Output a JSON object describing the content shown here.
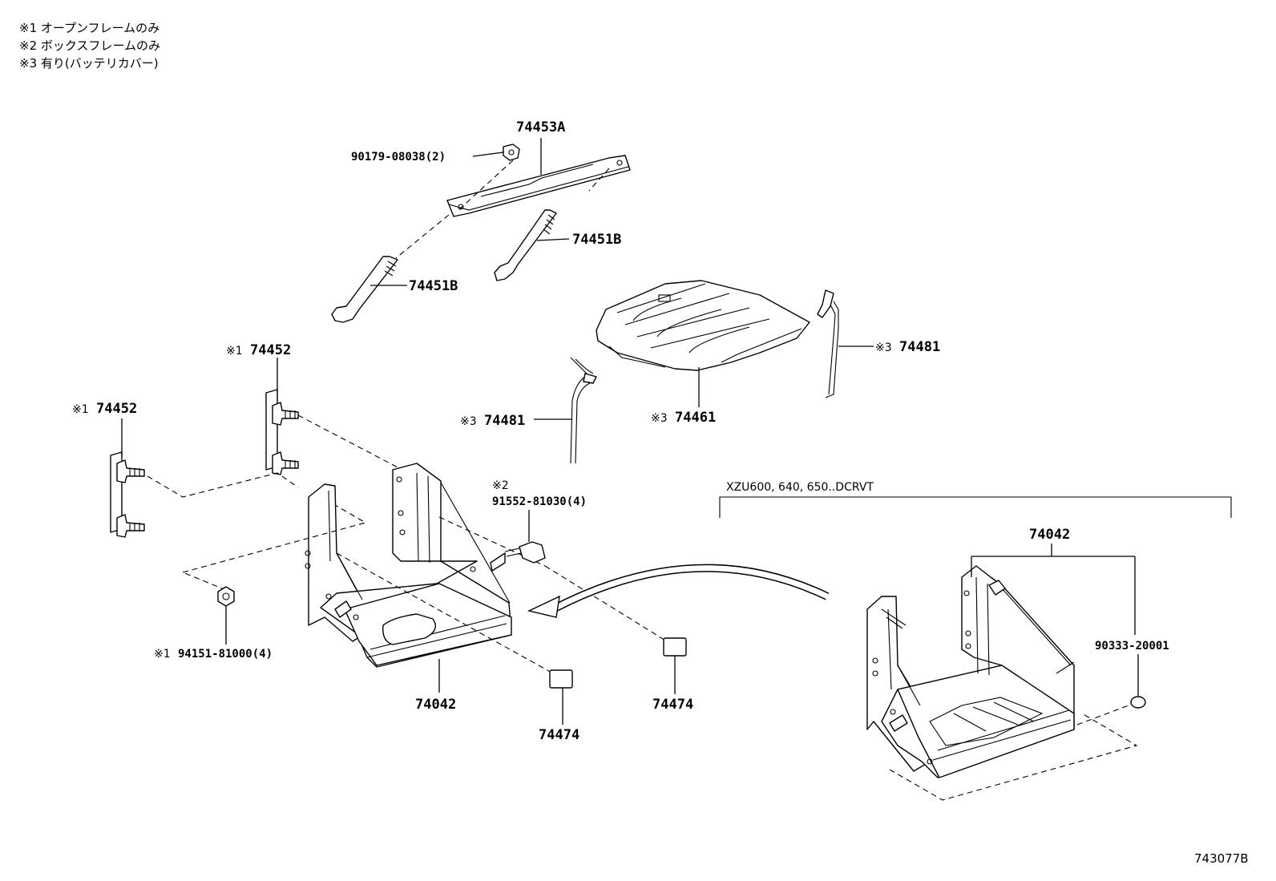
{
  "notes": [
    "※1 オープンフレームのみ",
    "※2 ボックスフレームのみ",
    "※3 有り(バッテリカバー)"
  ],
  "labels": {
    "p74453A": "74453A",
    "p90179": "90179-08038(2)",
    "p74451B_upper": "74451B",
    "p74451B_lower": "74451B",
    "p74452_upper": "74452",
    "p74452_left": "74452",
    "p74481_left": "74481",
    "p74481_right": "74481",
    "p74461": "74461",
    "p91552": "91552-81030(4)",
    "p94151": "94151-81000(4)",
    "p74042_main": "74042",
    "p74474_left": "74474",
    "p74474_right": "74474",
    "p74042_alt": "74042",
    "p90333": "90333-20001"
  },
  "marks": {
    "m74452_upper": "※1",
    "m74452_left": "※1",
    "m74481_left": "※3",
    "m74481_right": "※3",
    "m74461": "※3",
    "m91552": "※2",
    "m94151": "※1"
  },
  "variant_label": "XZU600, 640, 650..DCRVT",
  "figure_ref": "743077B"
}
